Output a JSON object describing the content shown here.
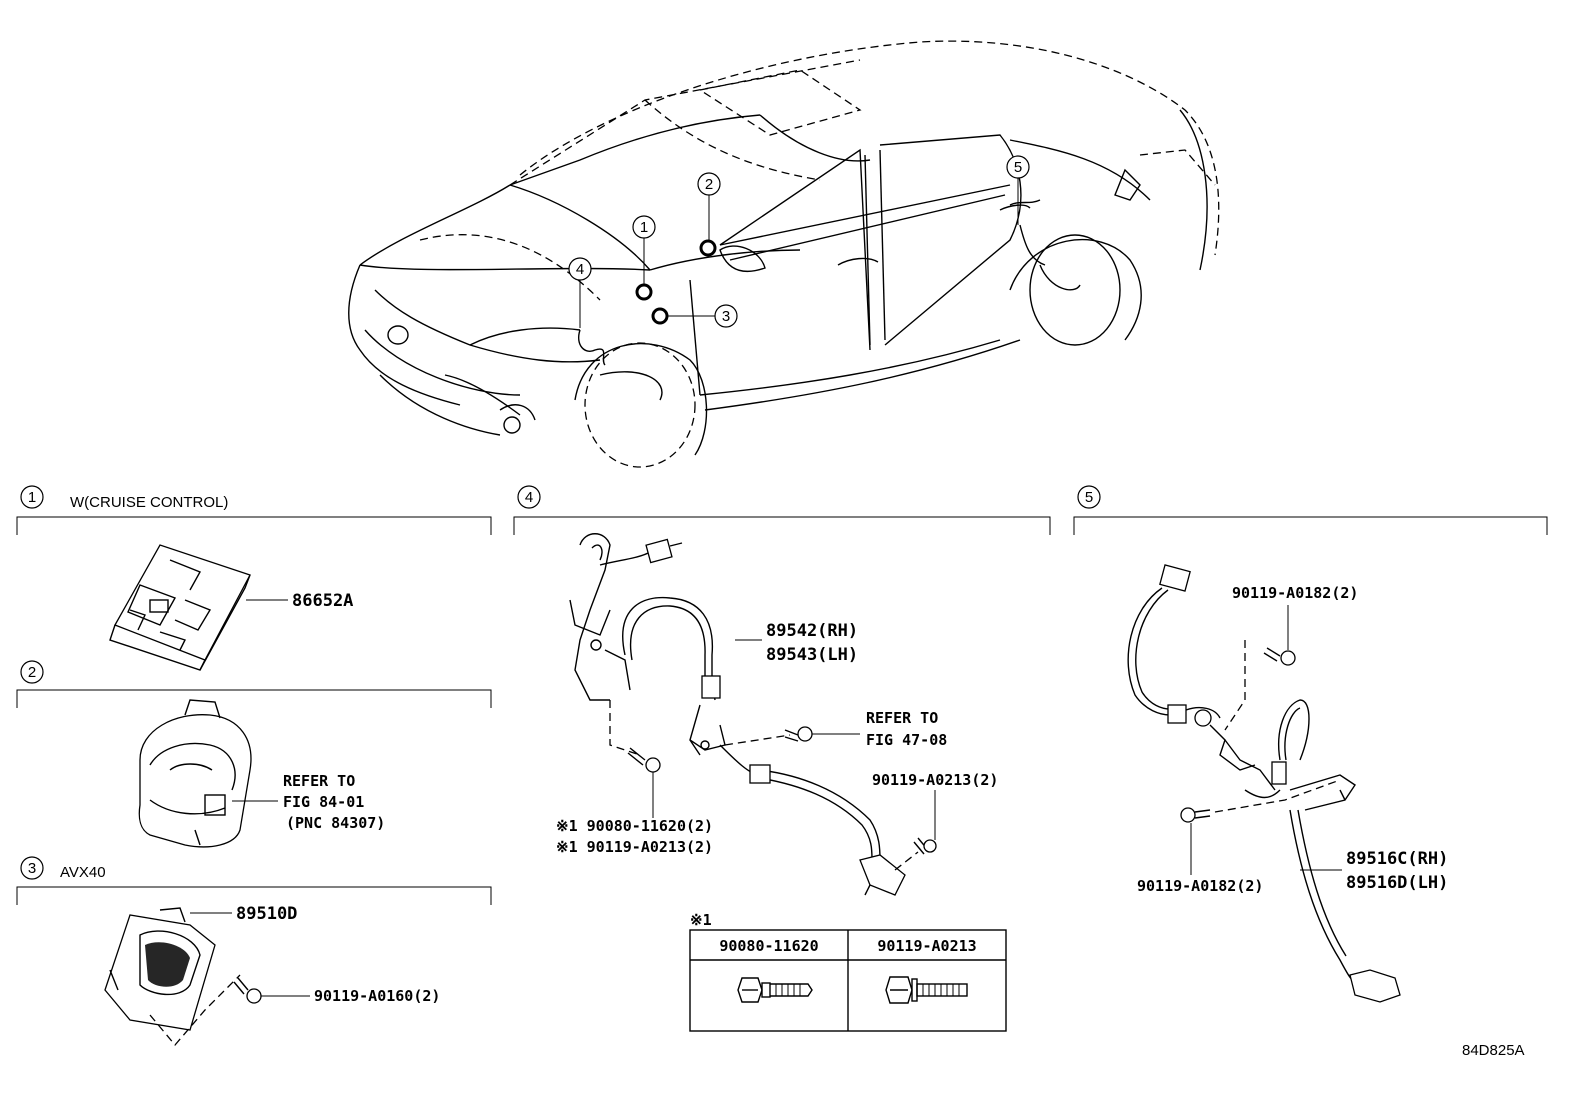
{
  "drawing_code": "84D825A",
  "car_callouts": [
    "1",
    "2",
    "3",
    "4",
    "5"
  ],
  "sections": [
    {
      "num": "1",
      "title": "W(CRUISE CONTROL)"
    },
    {
      "num": "2",
      "title": ""
    },
    {
      "num": "3",
      "title": "AVX40"
    },
    {
      "num": "4",
      "title": ""
    },
    {
      "num": "5",
      "title": ""
    }
  ],
  "parts": {
    "p86652A": "86652A",
    "refer_84_line1": "REFER TO",
    "refer_84_line2": "FIG 84-01",
    "refer_84_line3": "(PNC 84307)",
    "p89510D": "89510D",
    "p90119_A0160": "90119-A0160(2)",
    "p89542": "89542(RH)",
    "p89543": "89543(LH)",
    "refer_47_line1": "REFER TO",
    "refer_47_line2": "FIG 47-08",
    "p90119_A0213_right": "90119-A0213(2)",
    "note_line1": "※1 90080-11620(2)",
    "note_line2": "※1 90119-A0213(2)",
    "p90119_A0182_top": "90119-A0182(2)",
    "p90119_A0182_bottom": "90119-A0182(2)",
    "p89516C": "89516C(RH)",
    "p89516D": "89516D(LH)"
  },
  "bolt_table": {
    "mark": "※1",
    "headers": [
      "90080-11620",
      "90119-A0213"
    ]
  }
}
